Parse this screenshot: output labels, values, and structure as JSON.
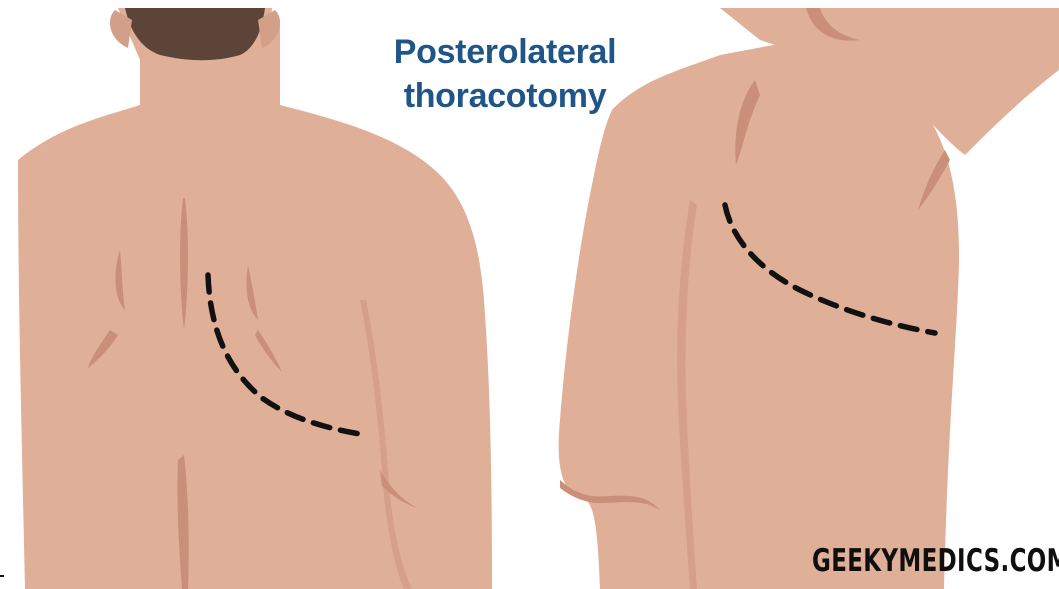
{
  "title": {
    "line1": "Posterolateral",
    "line2": "thoracotomy"
  },
  "brand": {
    "text": "GEEKYMEDICS.COM"
  },
  "colors": {
    "skin": "#e0af98",
    "skin_shadow": "#c98f78",
    "hair": "#5c4438",
    "incision": "#111111",
    "title": "#1f5587"
  },
  "figures": [
    {
      "name": "back-view",
      "incision_style": "dashed"
    },
    {
      "name": "side-view",
      "incision_style": "dashed"
    }
  ]
}
